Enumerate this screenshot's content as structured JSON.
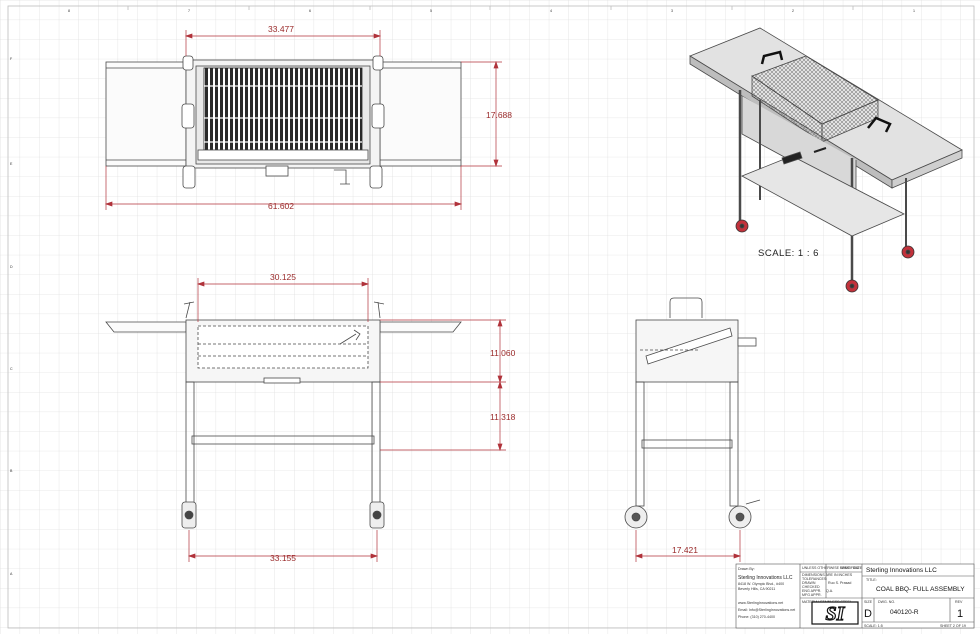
{
  "drawing": {
    "title_prefix": "TITLE:",
    "title": "COAL BBQ- FULL ASSEMBLY",
    "company": "Sterling Innovations LLC",
    "size_label": "SIZE",
    "size": "D",
    "dwg_no_label": "DWG. NO.",
    "dwg_no": "040120-R",
    "rev_label": "REV",
    "rev": "1",
    "scale_label": "SCALE: 1:5",
    "sheet_label": "SHEET 2 OF 19",
    "logo_text": "SI",
    "material": "STAINLESS STEEL",
    "material_label": "MATERIAL",
    "drawn_by_label": "Drawn By:",
    "drawn_by_company": "Sterling Innovations LLC",
    "address_1": "8418 W. Olympic Blvd., #400",
    "address_2": "Beverly Hills, CA 90211",
    "website": "www.SterlingInnovations.net",
    "email": "Email: Info@SterlingInnovations.net",
    "phone": "Phone: (310) 270-4400",
    "block_headers": [
      "UNLESS OTHERWISE SPECIFIED:",
      "NAME",
      "DATE"
    ],
    "block_rows": [
      "DIMENSIONS ARE IN INCHES",
      "TOLERANCES:",
      "DRAWN",
      "CHECKED",
      "ENG APPR.",
      "MFG APPR.",
      "Q.A."
    ],
    "drawn_name": "Ruo S. Prasad"
  },
  "views": {
    "iso_scale": "SCALE: 1 : 6"
  },
  "dimensions": {
    "top_width": "33.477",
    "top_depth": "17.688",
    "top_overall": "61.602",
    "front_inner": "30.125",
    "front_h1": "11.060",
    "front_h2": "11.318",
    "front_wheels": "33.155",
    "side_wheels": "17.421"
  },
  "zone_labels": {
    "columns": [
      "8",
      "7",
      "6",
      "5",
      "4",
      "3",
      "2",
      "1"
    ],
    "rows": [
      "F",
      "E",
      "D",
      "C",
      "B",
      "A"
    ]
  },
  "colors": {
    "dimension": "#b0323a",
    "grid": "#d6d6d6",
    "line": "#4a4a4a",
    "grill": "#2a2a2a",
    "wheel_red": "#c2313b"
  }
}
